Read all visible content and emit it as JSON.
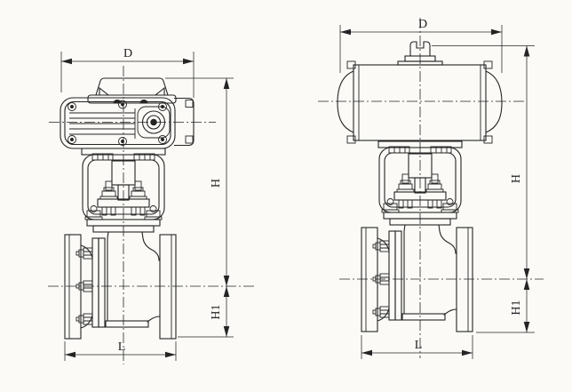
{
  "figure": {
    "paper_color": "#fbfaf7",
    "ink_color": "#242424",
    "views": [
      {
        "name": "valve-with-electric-actuator",
        "dims": {
          "width": "D",
          "height": "H",
          "height_below_center": "H1",
          "face_to_face": "L"
        }
      },
      {
        "name": "valve-with-pneumatic-actuator",
        "dims": {
          "width": "D",
          "height": "H",
          "height_below_center": "H1",
          "face_to_face": "L"
        }
      }
    ]
  }
}
